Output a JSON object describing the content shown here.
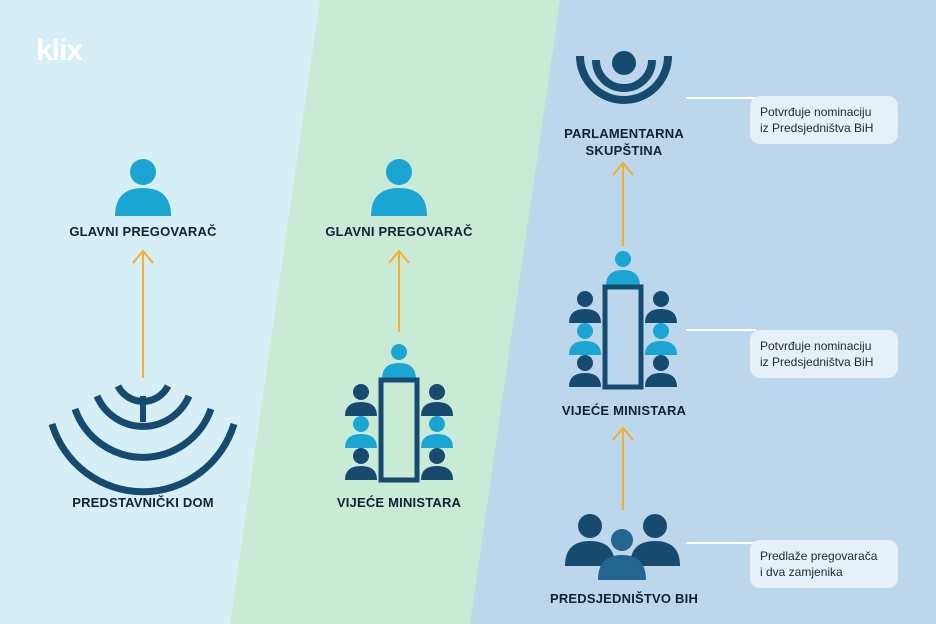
{
  "logo": "klix",
  "colors": {
    "panel_left": "#d6eef6",
    "panel_middle": "#c9ebd6",
    "panel_right": "#bcd6ec",
    "navy": "#164a6e",
    "cyan": "#1aa5d2",
    "arrow": "#f5ad2a"
  },
  "left": {
    "top_label": "GLAVNI PREGOVARAČ",
    "bottom_label": "PREDSTAVNIČKI DOM",
    "icons": [
      "person-icon",
      "hemicycle-icon"
    ]
  },
  "middle": {
    "top_label": "GLAVNI PREGOVARAČ",
    "bottom_label": "VIJEĆE MINISTARA",
    "icons": [
      "person-icon",
      "council-table-icon"
    ]
  },
  "right": {
    "top_label_line1": "PARLAMENTARNA",
    "top_label_line2": "SKUPŠTINA",
    "middle_label": "VIJEĆE MINISTARA",
    "bottom_label": "PREDSJEDNIŠTVO BIH",
    "icons": [
      "assembly-icon",
      "council-table-icon",
      "group-icon"
    ],
    "notes": [
      {
        "line1": "Potvrđuje nominaciju",
        "line2": "iz Predsjedništva BiH"
      },
      {
        "line1": "Potvrđuje nominaciju",
        "line2": "iz Predsjedništva BiH"
      },
      {
        "line1": "Predlaže pregovarača",
        "line2": "i dva zamjenika"
      }
    ]
  }
}
